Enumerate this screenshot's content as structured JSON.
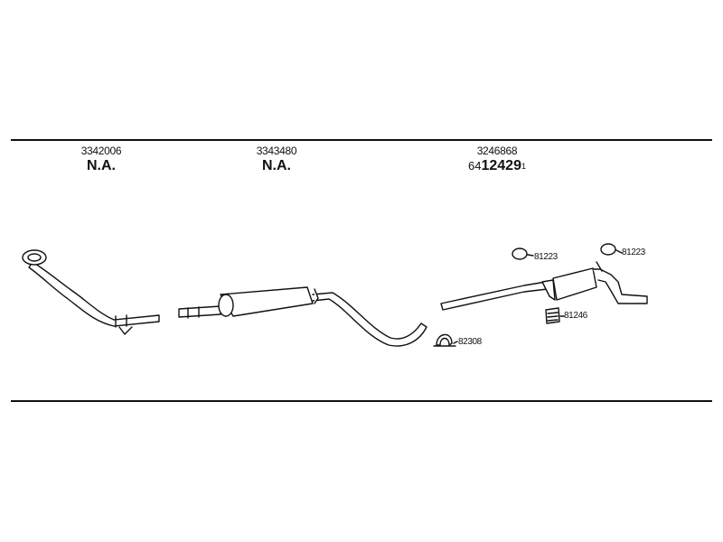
{
  "parts": [
    {
      "part_number": "3342006",
      "alternative": "N.A."
    },
    {
      "part_number": "3343480",
      "alternative": "N.A."
    },
    {
      "part_number": "3246868",
      "alt_prefix": "64",
      "alt_main": "12429",
      "alt_suffix": "1"
    }
  ],
  "references": {
    "ring_top_left": "81223",
    "ring_top_right": "81223",
    "rubber_mount": "81246",
    "clamp": "82308"
  },
  "colors": {
    "line": "#111111",
    "background": "#ffffff",
    "fill": "#ffffff"
  }
}
